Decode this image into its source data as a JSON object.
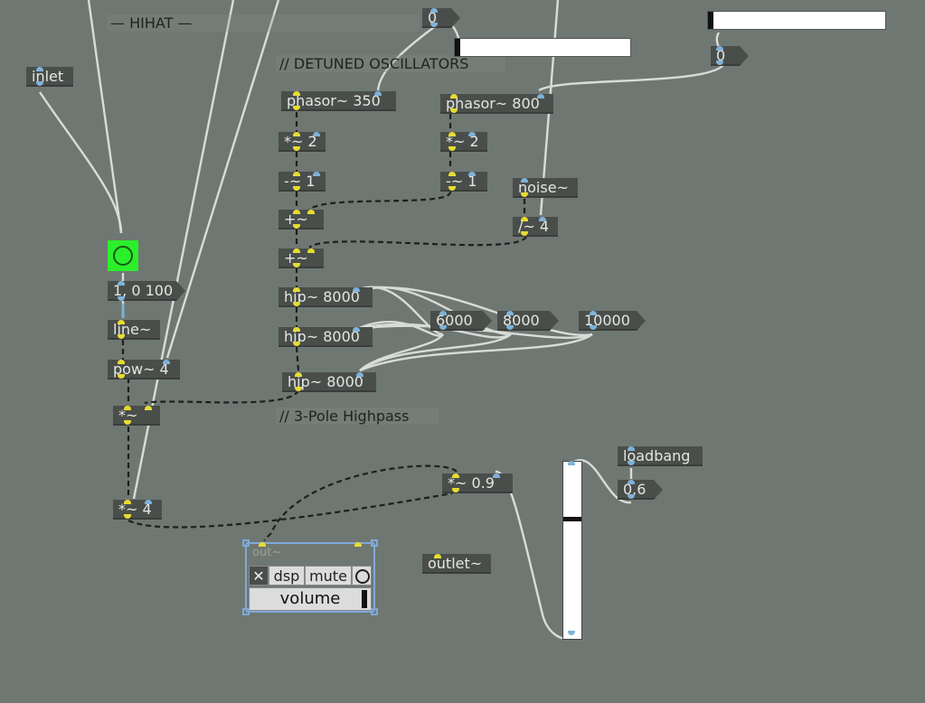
{
  "comments": {
    "hihat": "— HIHAT —",
    "detuned": "// DETUNED OSCILLATORS",
    "highpass": "// 3-Pole Highpass"
  },
  "objects": {
    "inlet": "inlet",
    "msg_env": "1, 0 100",
    "line": "line~",
    "pow": "pow~ 4",
    "mul_env": "*~",
    "mul4": "*~ 4",
    "phasor350": "phasor~ 350",
    "phasor800": "phasor~ 800",
    "mul2a": "*~ 2",
    "mul2b": "*~ 2",
    "sub1a": "-~ 1",
    "sub1b": "-~ 1",
    "add1": "+~",
    "add2": "+~",
    "noise": "noise~",
    "div4": "/~ 4",
    "hip1": "hip~ 8000",
    "hip2": "hip~ 8000",
    "hip3": "hip~ 8000",
    "num6000": "6000",
    "num8000": "8000",
    "num10000": "10000",
    "num0_top": "0",
    "num0_right": "0",
    "mul09": "*~ 0.9",
    "loadbang": "loadbang",
    "num06": "0.6",
    "outlet": "outlet~"
  },
  "out_panel": {
    "title": "out~",
    "close_icon": "✕",
    "dsp": "dsp",
    "mute": "mute",
    "volume": "volume"
  },
  "slider": {
    "value": 0.68
  },
  "colors": {
    "signal_port": "#e6dc32",
    "control_port": "#7fb2d8",
    "bang": "#2cef2c"
  }
}
